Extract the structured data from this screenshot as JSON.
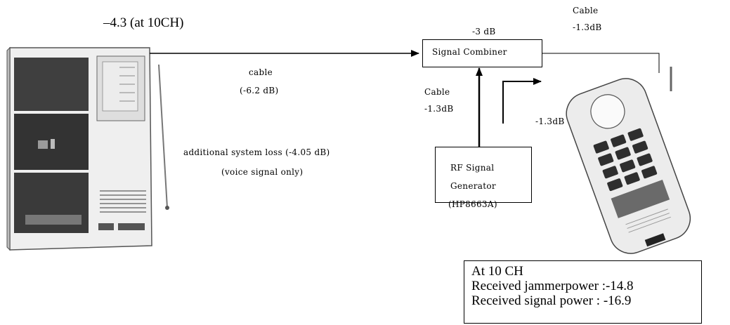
{
  "labels": {
    "top_loss": "–4.3 (at 10CH)",
    "cable_left": "cable",
    "cable_left_value": "(-6.2 dB)",
    "additional_loss": "additional system loss (-4.05 dB)",
    "voice_only": "(voice signal only)",
    "combiner_loss": "-3 dB",
    "cable_top_right": "Cable",
    "cable_top_right_value": "-1.3dB",
    "cable_mid": "Cable",
    "cable_mid_value": "-1.3dB",
    "arrow_loss": "-1.3dB"
  },
  "combiner": {
    "label": "Signal Combiner"
  },
  "generator": {
    "line1": "RF Signal",
    "line2": "Generator",
    "line3": "(HP8663A)"
  },
  "info": {
    "line1": "At 10 CH",
    "line2": "Received jammerpower :-14.8",
    "line3": "Received signal power : -16.9"
  },
  "icons": [
    "base-station-icon",
    "cordless-handset-icon"
  ]
}
